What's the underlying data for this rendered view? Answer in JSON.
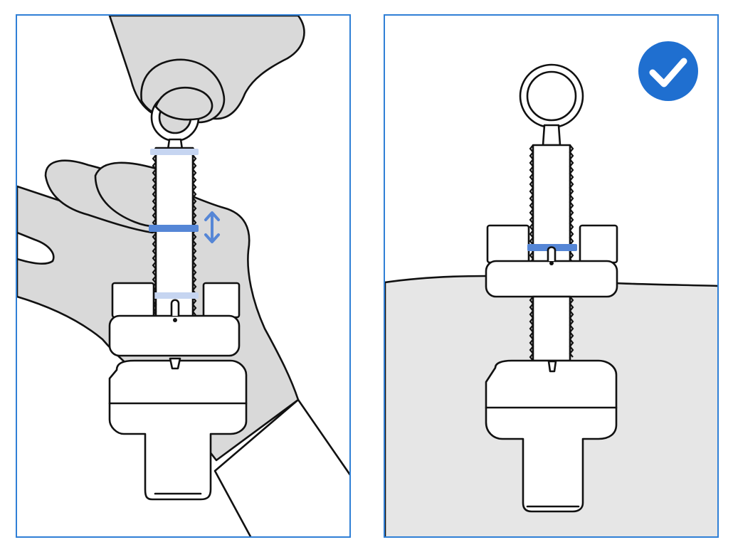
{
  "figure": {
    "panels": [
      {
        "id": "left",
        "step": "adjust-band",
        "shows": [
          "hand-holding-ring",
          "hand-holding-device",
          "adjustment-arrow",
          "band-positions"
        ]
      },
      {
        "id": "right",
        "step": "installed-correctly",
        "badge": "checkmark-icon"
      }
    ],
    "colors": {
      "frame": "#2f7fd6",
      "band": "#5586d6",
      "band_ghost": "#c6d5f1",
      "skin": "#d9d9d9",
      "surface": "#e6e6e6",
      "check_badge": "#1f6fd0"
    }
  }
}
